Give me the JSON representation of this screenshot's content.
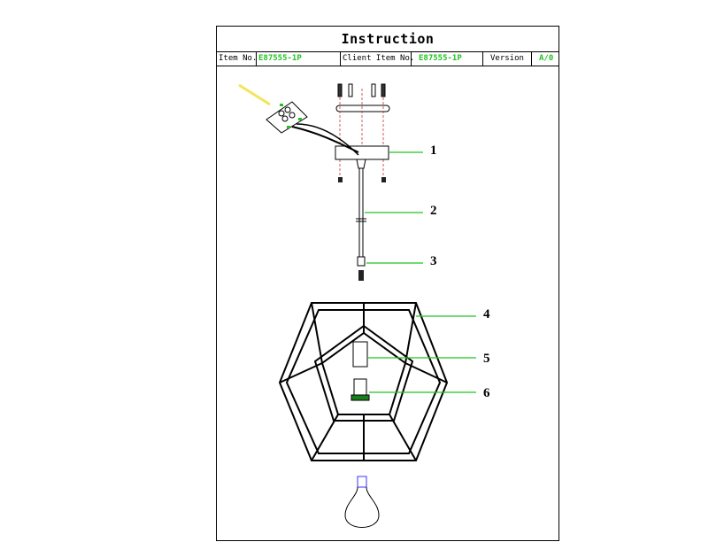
{
  "title": "Instruction",
  "info": {
    "item_no_label": "Item No.",
    "item_no_value": "E87555-1P",
    "client_item_label": "Client Item No.",
    "client_item_value": "E87555-1P",
    "version_label": "Version",
    "version_value": "A/0"
  },
  "callouts": [
    "1",
    "2",
    "3",
    "4",
    "5",
    "6"
  ],
  "colors": {
    "accent": "#22c322",
    "dim": "#cc3333"
  }
}
